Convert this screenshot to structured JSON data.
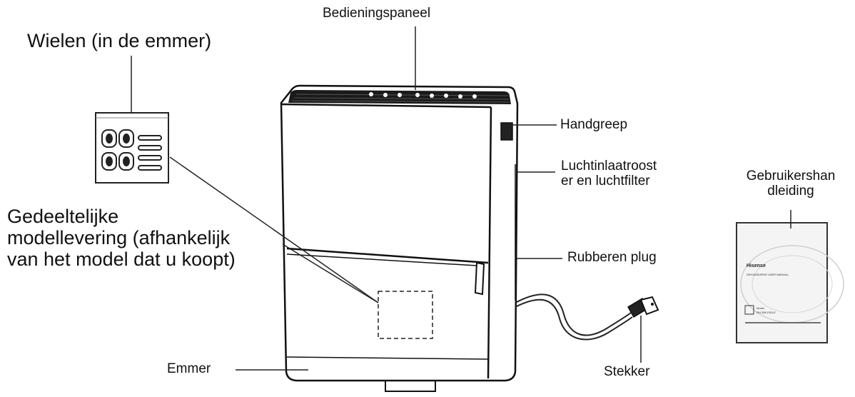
{
  "labels": {
    "control_panel": "Bedieningspaneel",
    "wheels": "Wielen (in de emmer)",
    "partial_delivery": [
      "Gedeeltelijke",
      "modellevering (afhankelijk",
      "van het model dat u koopt)"
    ],
    "handle": "Handgreep",
    "air_inlet": [
      "Luchtinlaatroost",
      "er en luchtfilter"
    ],
    "rubber_plug": "Rubberen plug",
    "bucket": "Emmer",
    "plug": "Stekker",
    "manual": [
      "Gebruikershan",
      "dleiding"
    ]
  },
  "manual_cover": {
    "brand": "Hisense",
    "heading": "DEHUMIDIFIER USER MANUAL",
    "model_line_1": "Model",
    "model_line_2": "DH-35K1SDLE"
  }
}
